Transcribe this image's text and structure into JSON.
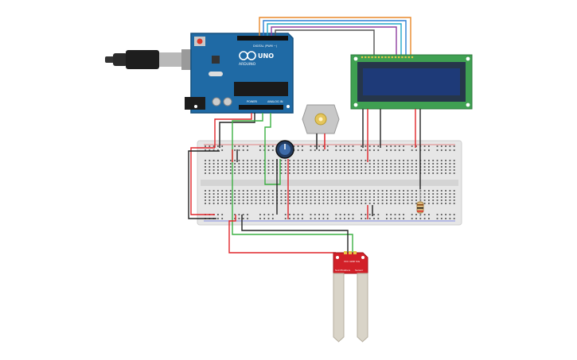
{
  "arduino": {
    "brand": "ARDUINO",
    "model": "UNO",
    "digital_header": "DIGITAL (PWM ~)",
    "power_header": "POWER",
    "analog_header": "ANALOG IN",
    "icon": "infinity-logo-icon"
  },
  "sensor": {
    "label_left": "Soil Moisture",
    "label_right": "Sensor",
    "pins": "VCC GND SIG"
  },
  "colors": {
    "arduino": "#1f6aa5",
    "breadboard": "#e6e6e6",
    "lcd_board": "#3fa052",
    "lcd_screen": "#1e3a78",
    "sensor": "#d22028",
    "wire_red": "#e0262b",
    "wire_black": "#222222",
    "wire_green": "#3cb043",
    "wire_orange": "#e8892b",
    "wire_blue": "#2a7fd4",
    "wire_cyan": "#22a7c9",
    "wire_purple": "#8e3fa0"
  }
}
